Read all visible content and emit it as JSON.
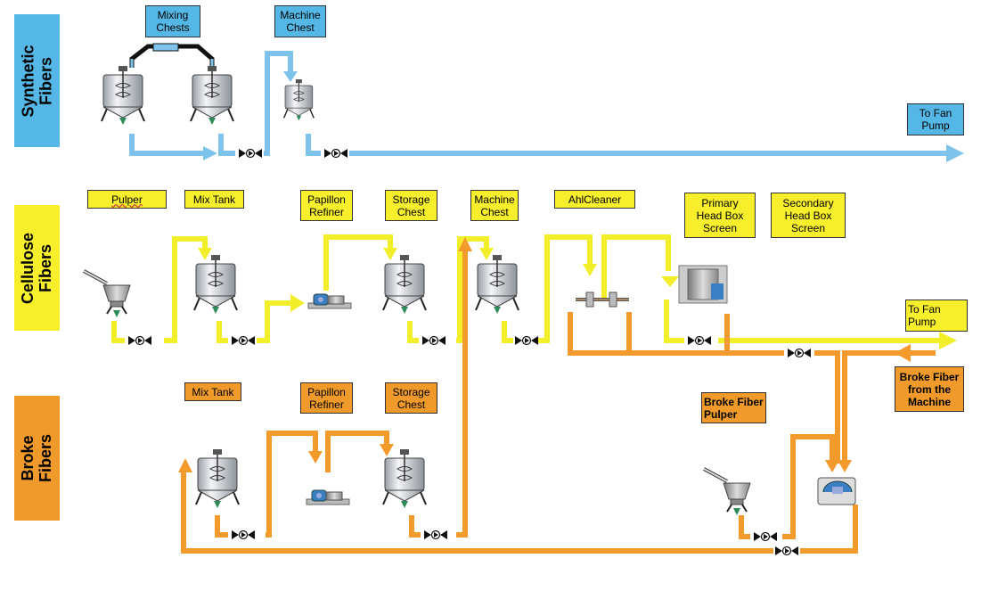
{
  "sections": {
    "synthetic": "Synthetic\nFibers",
    "cellulose": "Cellulose\nFibers",
    "broke": "Broke\nFibers"
  },
  "labels": {
    "mixing_chests": "Mixing\nChests",
    "machine_chest_synth": "Machine\nChest",
    "to_fan_pump_synth": "To Fan\nPump",
    "pulper": "Pulper",
    "mix_tank_cell": "Mix Tank",
    "papillon_refiner_cell": "Papillon\nRefiner",
    "storage_chest_cell": "Storage\nChest",
    "machine_chest_cell": "Machine\nChest",
    "ahlcleaner": "AhlCleaner",
    "primary_screen": "Primary\nHead Box\nScreen",
    "secondary_screen": "Secondary\nHead Box\nScreen",
    "to_fan_pump_cell": "To Fan\nPump",
    "broke_from_machine": "Broke Fiber\nfrom the\nMachine",
    "mix_tank_broke": "Mix Tank",
    "papillon_refiner_broke": "Papillon\nRefiner",
    "storage_chest_broke": "Storage\nChest",
    "broke_fiber_pulper": "Broke Fiber\nPulper"
  },
  "colors": {
    "synthetic": "#55b7e6",
    "cellulose": "#f7ef2c",
    "broke": "#ef9a2a",
    "pipe_blue": "#7ec3ea",
    "pipe_yellow": "#f2ee2a",
    "pipe_orange": "#f29b2c"
  }
}
